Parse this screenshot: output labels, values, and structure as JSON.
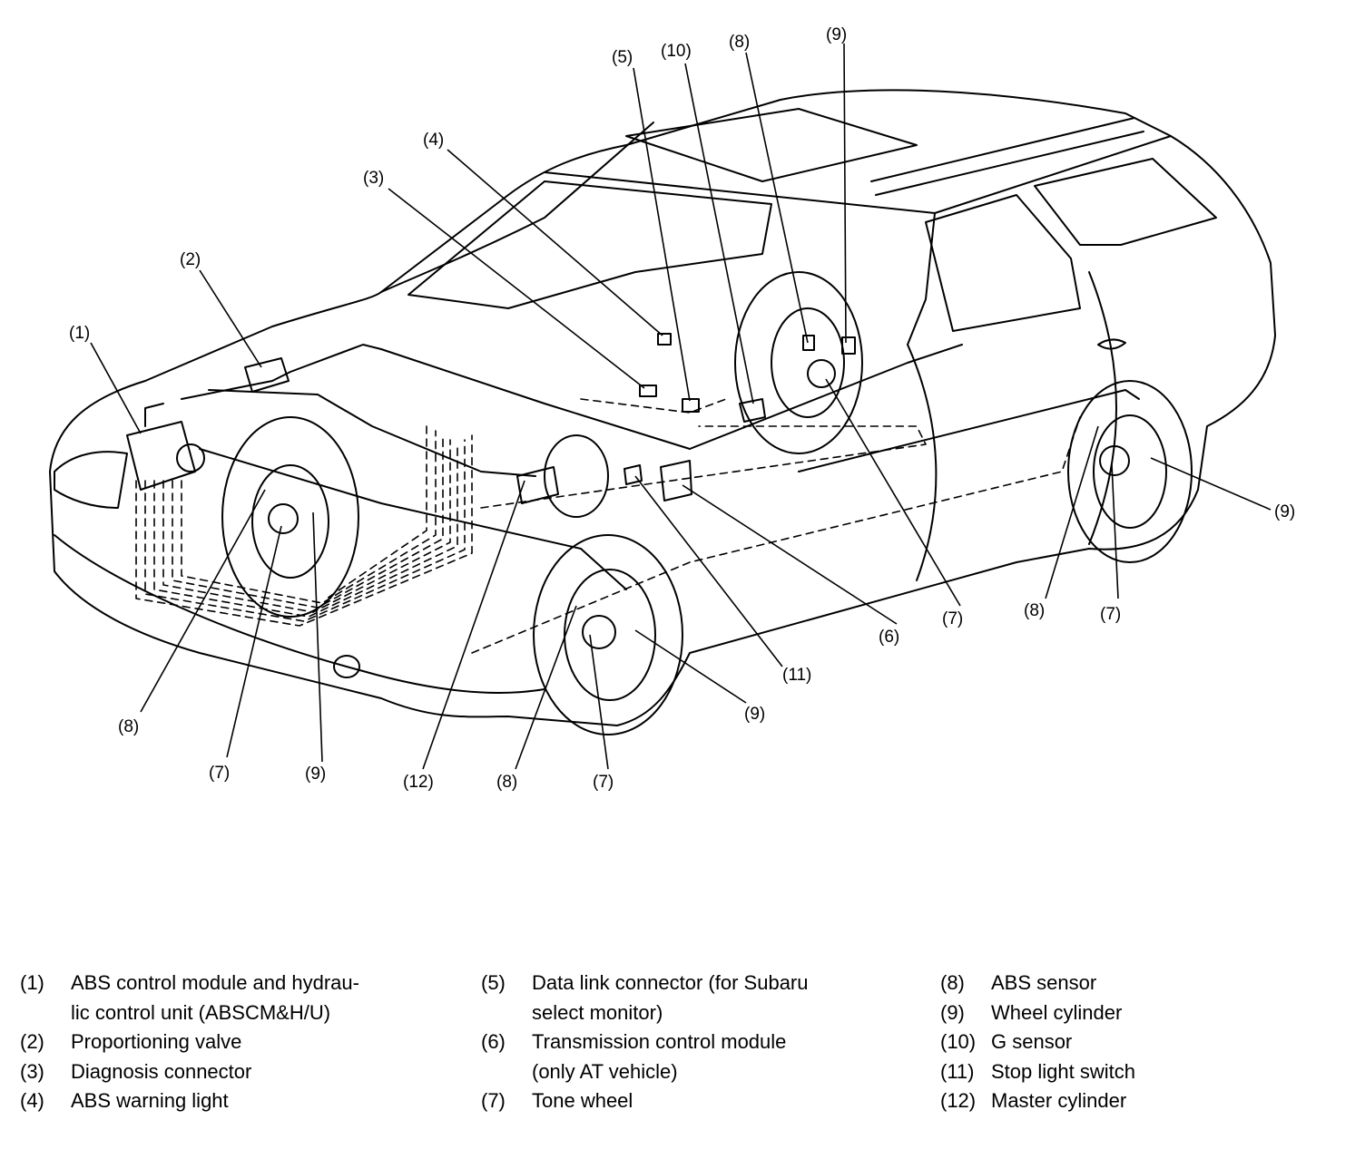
{
  "callouts": [
    {
      "id": "c1",
      "text": "(1)"
    },
    {
      "id": "c2",
      "text": "(2)"
    },
    {
      "id": "c3",
      "text": "(3)"
    },
    {
      "id": "c4",
      "text": "(4)"
    },
    {
      "id": "c5",
      "text": "(5)"
    },
    {
      "id": "c10",
      "text": "(10)"
    },
    {
      "id": "c8top",
      "text": "(8)"
    },
    {
      "id": "c9top",
      "text": "(9)"
    },
    {
      "id": "c9rr",
      "text": "(9)"
    },
    {
      "id": "c8rr",
      "text": "(8)"
    },
    {
      "id": "c7rr",
      "text": "(7)"
    },
    {
      "id": "c7rl",
      "text": "(7)"
    },
    {
      "id": "c6",
      "text": "(6)"
    },
    {
      "id": "c11",
      "text": "(11)"
    },
    {
      "id": "c9fr",
      "text": "(9)"
    },
    {
      "id": "c8fl",
      "text": "(8)"
    },
    {
      "id": "c7fl",
      "text": "(7)"
    },
    {
      "id": "c9fl",
      "text": "(9)"
    },
    {
      "id": "c12",
      "text": "(12)"
    },
    {
      "id": "c8fr",
      "text": "(8)"
    },
    {
      "id": "c7fr",
      "text": "(7)"
    }
  ],
  "legend": [
    [
      {
        "num": "(1)",
        "text": "ABS control module and hydrau-\nlic control unit (ABSCM&H/U)"
      },
      {
        "num": "(2)",
        "text": "Proportioning valve"
      },
      {
        "num": "(3)",
        "text": "Diagnosis connector"
      },
      {
        "num": "(4)",
        "text": "ABS warning light"
      }
    ],
    [
      {
        "num": "(5)",
        "text": "Data link connector (for Subaru\nselect monitor)"
      },
      {
        "num": "(6)",
        "text": "Transmission control module\n(only AT vehicle)"
      },
      {
        "num": "(7)",
        "text": "Tone wheel"
      }
    ],
    [
      {
        "num": "(8)",
        "text": "ABS sensor"
      },
      {
        "num": "(9)",
        "text": "Wheel cylinder"
      },
      {
        "num": "(10)",
        "text": "G sensor"
      },
      {
        "num": "(11)",
        "text": "Stop light switch"
      },
      {
        "num": "(12)",
        "text": "Master cylinder"
      }
    ]
  ]
}
